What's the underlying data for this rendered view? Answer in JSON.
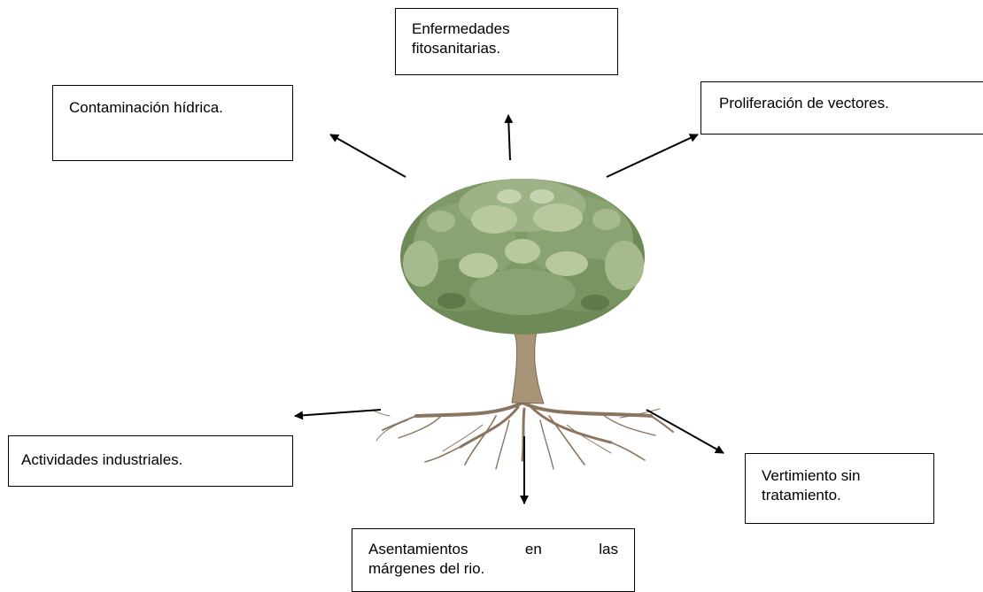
{
  "diagram": {
    "center_image": "tree-with-roots-illustration",
    "labels": {
      "enfermedades_line1": "Enfermedades",
      "enfermedades_line2": "fitosanitarias.",
      "contaminacion": "Contaminación hídrica.",
      "proliferacion": "Proliferación de vectores.",
      "actividades": "Actividades industriales.",
      "vertimiento_line1": "Vertimiento sin",
      "vertimiento_line2": "tratamiento.",
      "asentamientos_line1": "Asentamientos en las",
      "asentamientos_line2": "márgenes del rio."
    },
    "colors": {
      "foliage_dark": "#5f7a4a",
      "foliage_light": "#b8c9a0",
      "trunk": "#a89476",
      "roots": "#8a7560",
      "arrow": "#000000"
    }
  }
}
